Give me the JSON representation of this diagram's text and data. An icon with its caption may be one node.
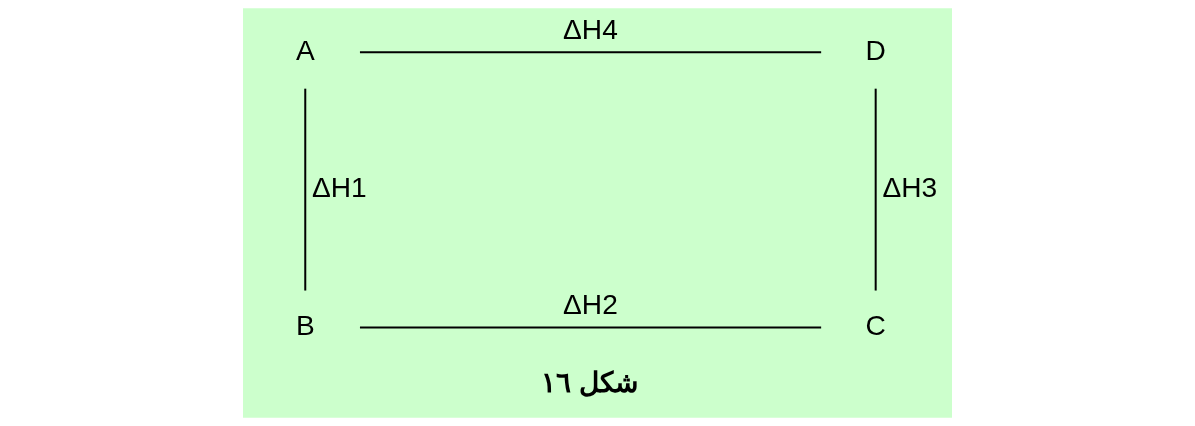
{
  "diagram": {
    "caption": "شكل ١٦",
    "nodes": [
      {
        "text": [
          "A"
        ]
      },
      {
        "text": [
          "D"
        ]
      },
      {
        "text": [
          "B"
        ]
      },
      {
        "text": [
          "C"
        ]
      }
    ],
    "edges": [
      {
        "from": 0,
        "to": 1,
        "arrow": "none",
        "label": "ΔH4"
      },
      {
        "from": 0,
        "to": 2,
        "arrow": "none",
        "label": "ΔH1"
      },
      {
        "from": 1,
        "to": 3,
        "arrow": "none",
        "label": "ΔH3"
      },
      {
        "from": 2,
        "to": 3,
        "arrow": "none",
        "label": "ΔH2"
      }
    ]
  }
}
